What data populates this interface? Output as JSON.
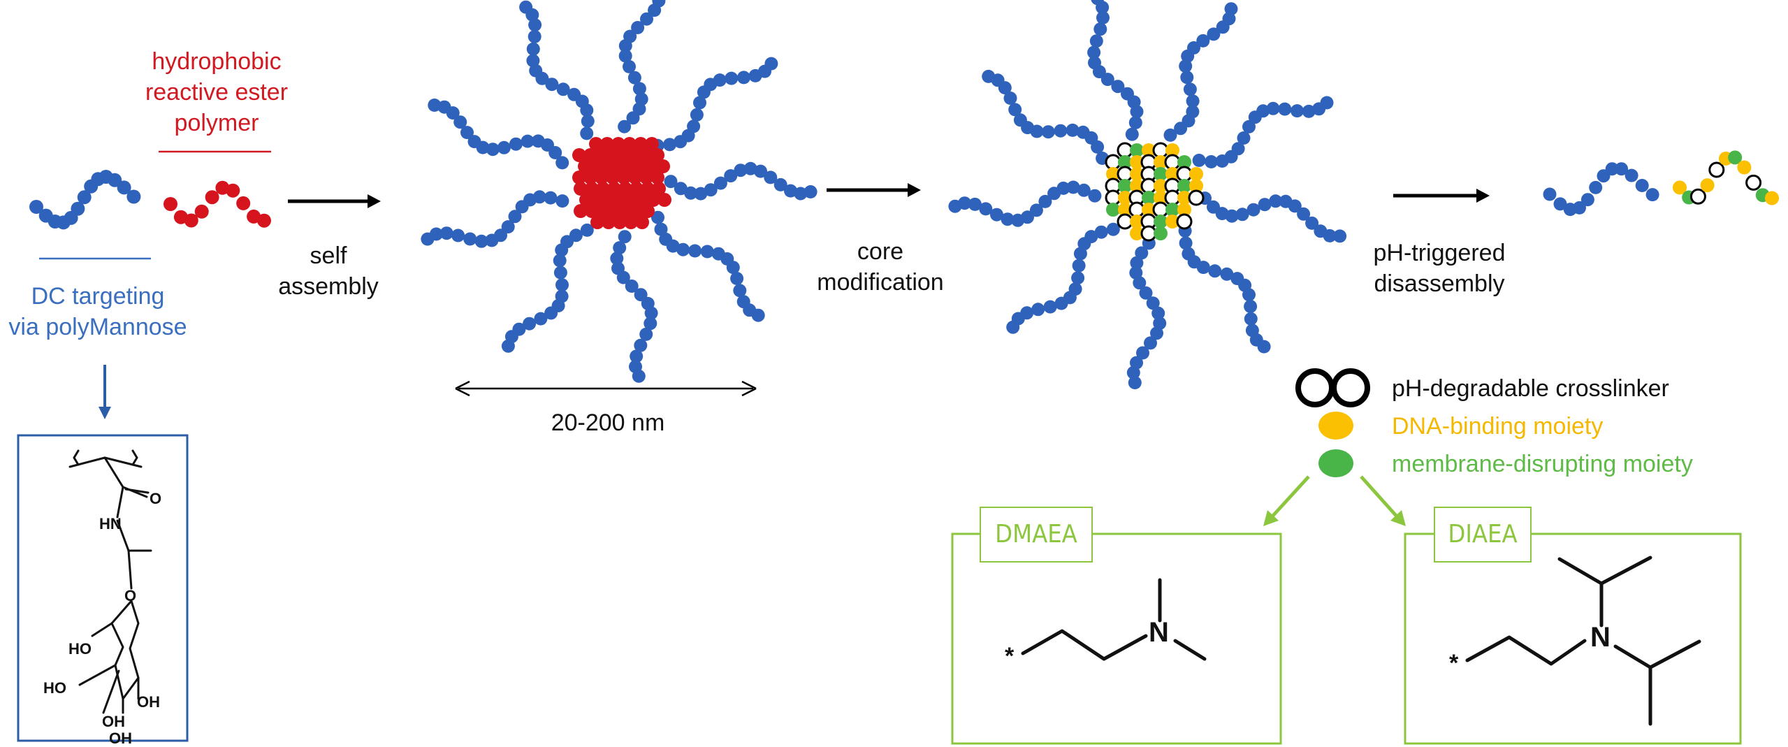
{
  "labels": {
    "hydrophobic_line1": "hydrophobic",
    "hydrophobic_line2": "reactive ester",
    "hydrophobic_line3": "polymer",
    "dc_line1": "DC targeting",
    "dc_line2": "via polyMannose",
    "self_line1": "self",
    "self_line2": "assembly",
    "core_line1": "core",
    "core_line2": "modification",
    "ph_line1": "pH-triggered",
    "ph_line2": "disassembly",
    "size": "20-200 nm"
  },
  "legend": {
    "crosslinker": "pH-degradable crosslinker",
    "dna": "DNA-binding moiety",
    "membrane": "membrane-disrupting moiety"
  },
  "boxes": {
    "dmaea": "DMAEA",
    "diaea": "DIAEA"
  },
  "chem_labels": {
    "o": "O",
    "hn": "HN",
    "ho": "HO",
    "oh": "OH",
    "n": "N",
    "star": "*"
  },
  "colors": {
    "shell_blue": "#2f63bb",
    "core_red": "#d5141e",
    "dna_yellow": "#fbc002",
    "membrane_green": "#49b548",
    "box_green": "#8cc63f",
    "mannose_box_blue": "#2c5ea8"
  }
}
